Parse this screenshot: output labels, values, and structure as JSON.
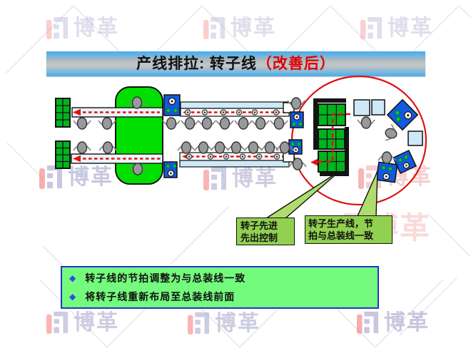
{
  "title": {
    "black": "产线排拉: 转子线",
    "red": "（改善后）"
  },
  "watermark": {
    "brand": "博革"
  },
  "callouts": {
    "left": {
      "line1": "转子先进",
      "line2": "先出控制"
    },
    "right": {
      "line1": "转子生产线，节",
      "line2": "拍与总装线一致"
    }
  },
  "summary": {
    "bullet": "◆",
    "items": [
      "转子线的节拍调整为与总装线一致",
      "将转子线重新布局至总装线前面"
    ]
  },
  "colors": {
    "title_red": "#e00000",
    "flow_red": "#e81010",
    "circle_red": "#dd1111",
    "machine_blue": "#1159e0",
    "rack_green": "#00b41e",
    "area_green": "#00df00",
    "callout_green": "#92d050",
    "tail_green": "#aedd6e",
    "summary_green": "#74fa7d",
    "summary_border_blue": "#2233cc",
    "bullet_blue": "#2b4bee",
    "conveyor_blue": "#cfe9f8",
    "watermark_blue": "#9a9ac6",
    "watermark_red": "#f26d6d"
  }
}
